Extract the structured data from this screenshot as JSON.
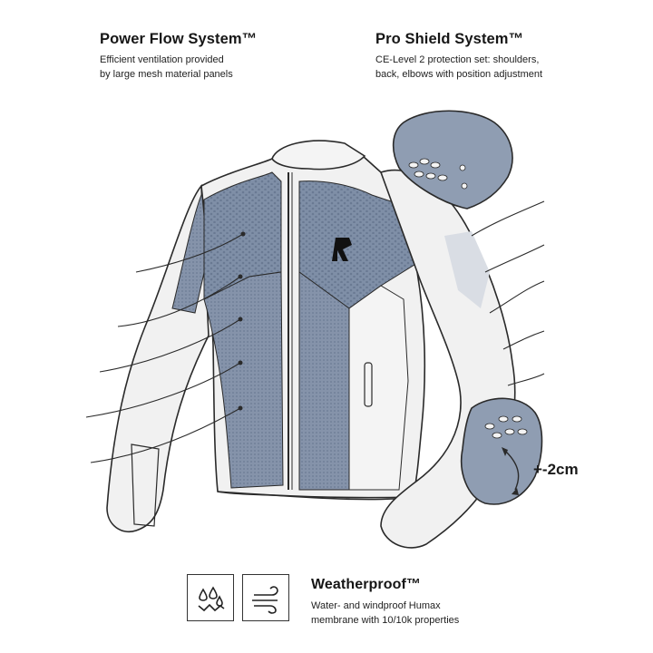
{
  "power_flow": {
    "title": "Power Flow System™",
    "description": "Efficient ventilation provided\nby large mesh material panels"
  },
  "pro_shield": {
    "title": "Pro Shield System™",
    "description": "CE-Level 2 protection set: shoulders,\nback, elbows with position adjustment"
  },
  "weatherproof": {
    "title": "Weatherproof™",
    "description": "Water- and windproof Humax\nmembrane with 10/10k properties"
  },
  "adjustment": {
    "label": "+-2cm"
  },
  "icons": {
    "waterproof": "rain-drops-icon",
    "windproof": "wind-icon"
  },
  "colors": {
    "mesh_panel": "#7f8fa7",
    "protector": "#8f9db2",
    "jacket_shell": "#f1f1f1",
    "outline": "#2a2a2a"
  }
}
